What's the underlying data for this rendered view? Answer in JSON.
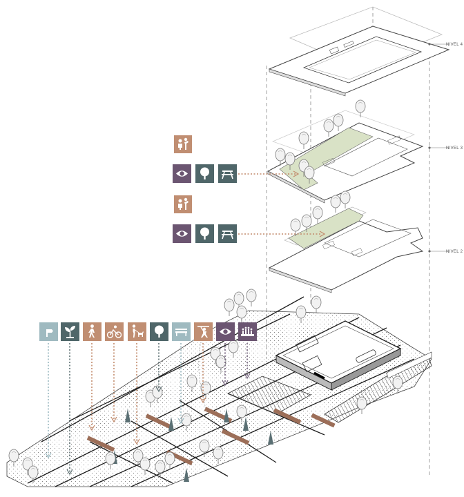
{
  "levels": [
    {
      "id": "nivel4",
      "label": "NIVEL 4"
    },
    {
      "id": "nivel3",
      "label": "NIVEL 3"
    },
    {
      "id": "nivel2",
      "label": "NIVEL 2"
    }
  ],
  "colors": {
    "terracotta": "#c08e72",
    "plum": "#6b5571",
    "slate": "#4f6669",
    "pale_blue": "#9fbac0",
    "green_area": "#d9e2c6",
    "line": "#333333",
    "guide": "#888888",
    "arrow_terracotta": "#c28a6b",
    "arrow_blue": "#9ab8c0",
    "arrow_slate": "#5a6e70",
    "arrow_plum": "#6e5d78",
    "bench_brown": "#9c6e58",
    "cypress": "#5a6f73"
  },
  "level3_icons": [
    "family-play-icon",
    "viewpoint-eye-icon",
    "tree-icon",
    "picnic-table-icon"
  ],
  "level2_icons": [
    "family-play-icon",
    "viewpoint-eye-icon",
    "tree-icon",
    "picnic-table-icon"
  ],
  "ground_icons": [
    "sign-icon",
    "seedling-icon",
    "pedestrian-icon",
    "cyclist-icon",
    "dog-walk-icon",
    "tree-icon",
    "bench-icon",
    "exercise-icon",
    "viewpoint-eye-icon",
    "amphitheater-icon"
  ]
}
